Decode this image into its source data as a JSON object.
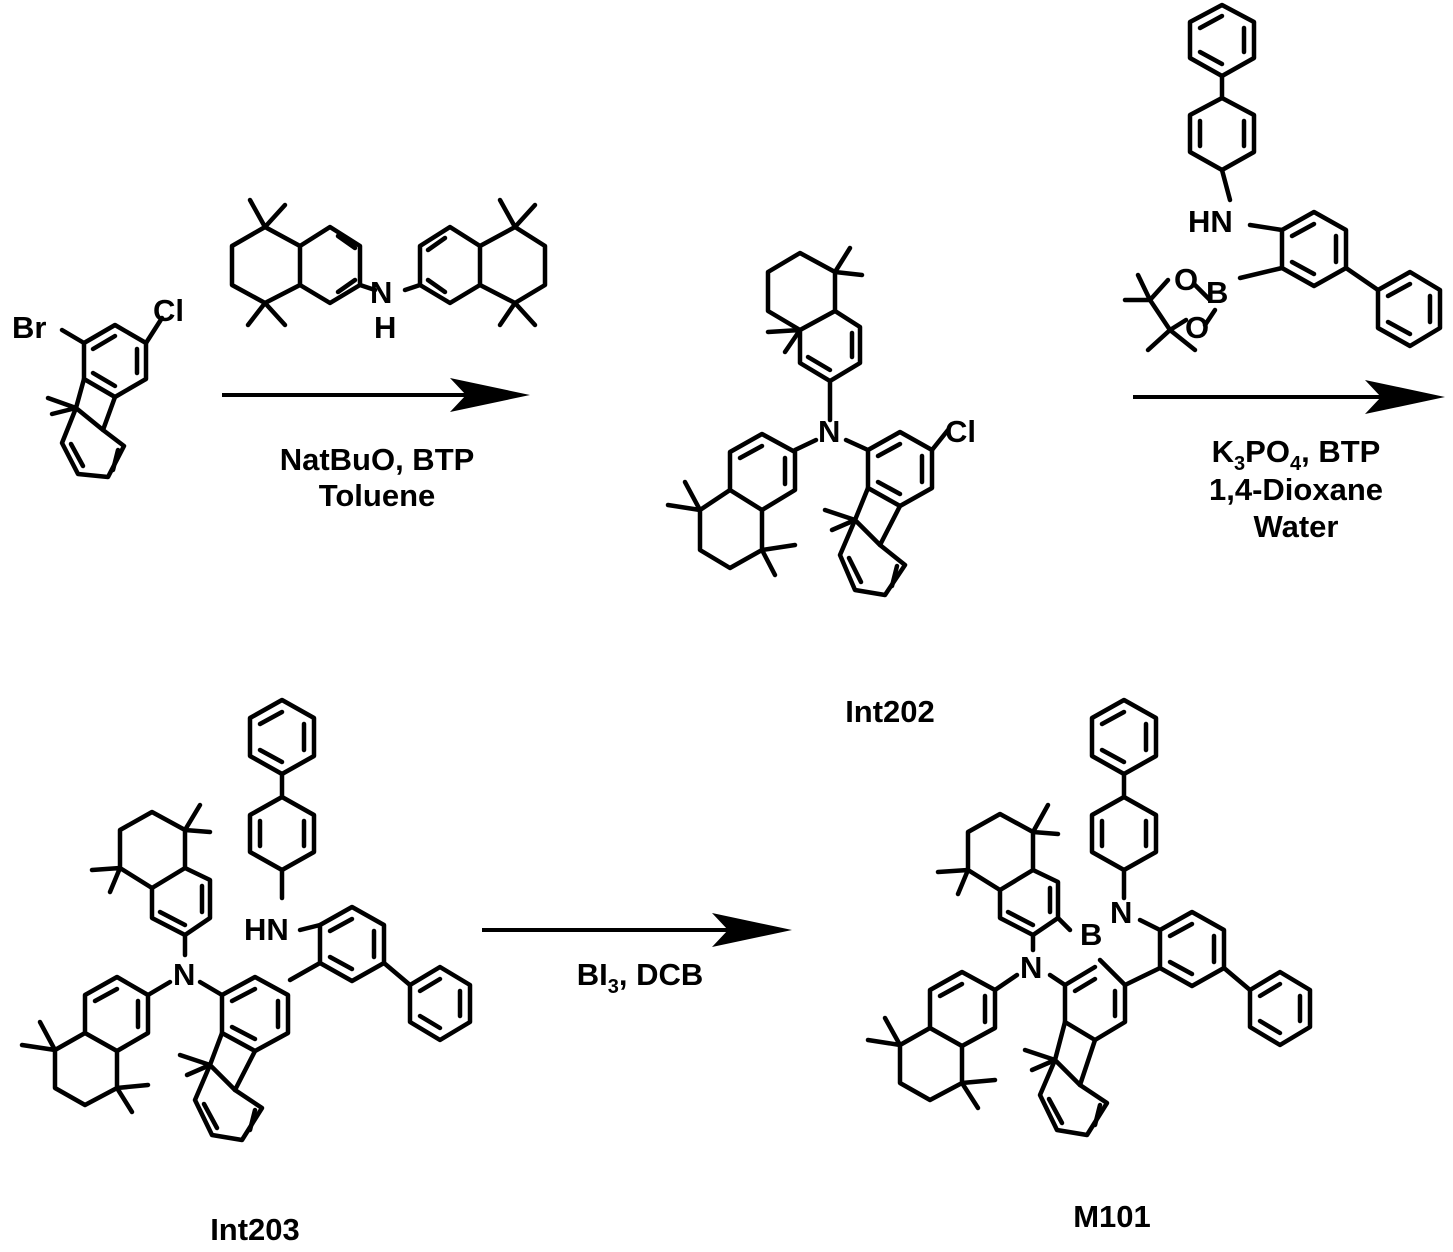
{
  "steps": [
    {
      "reagents": [
        "NatBuO, BTP",
        "Toluene"
      ]
    },
    {
      "reagents": [
        "K3PO4, BTP",
        "1,4-Dioxane",
        "Water"
      ],
      "first_reagent": {
        "k": "K",
        "sub1": "3",
        "po": "PO",
        "sub2": "4",
        "rest": ", BTP"
      }
    },
    {
      "reagents": [
        "BI3, DCB"
      ],
      "first_reagent": {
        "b": "BI",
        "sub": "3",
        "rest": ", DCB"
      }
    }
  ],
  "compounds": {
    "int202": {
      "label": "Int202"
    },
    "int203": {
      "label": "Int203"
    },
    "m101": {
      "label": "M101"
    }
  },
  "atoms": {
    "br": "Br",
    "cl": "Cl",
    "n": "N",
    "h": "H",
    "hn": "HN",
    "b": "B",
    "o": "O"
  }
}
